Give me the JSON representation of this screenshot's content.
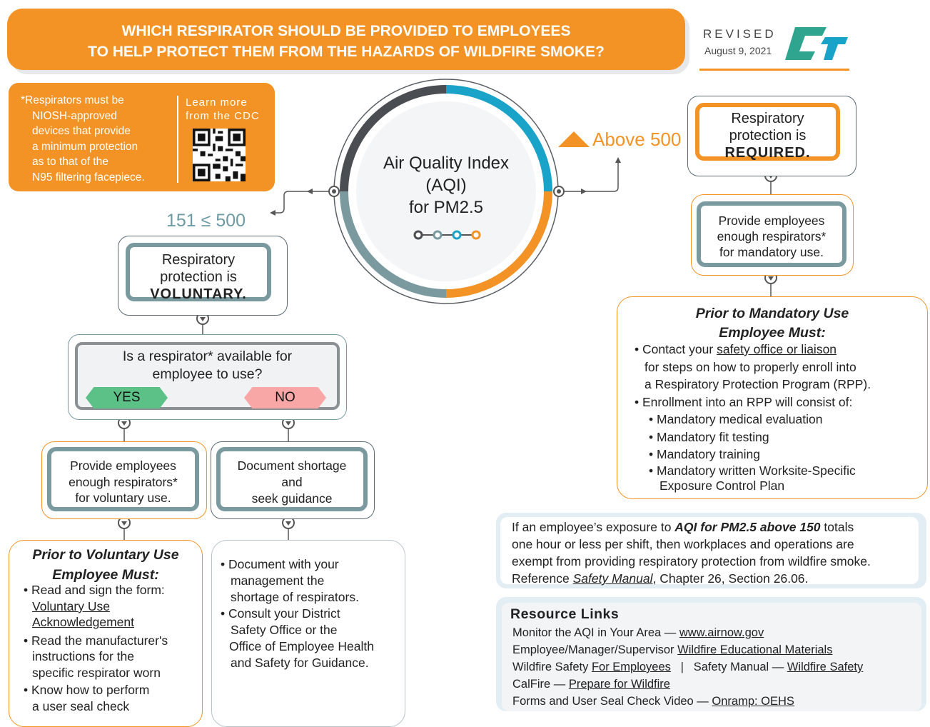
{
  "banner": {
    "line1": "WHICH RESPIRATOR SHOULD BE PROVIDED TO EMPLOYEES",
    "line2": "TO HELP PROTECT THEM FROM THE HAZARDS OF WILDFIRE SMOKE?"
  },
  "revision": {
    "label": "REVISED",
    "date": "August 9, 2021"
  },
  "note": {
    "lines": [
      "*Respirators must be",
      "NIOSH-approved",
      "devices that provide",
      "a minimum protection",
      "as to that of the",
      "N95 filtering facepiece."
    ],
    "learn_line1": "Learn more",
    "learn_line2": "from the CDC"
  },
  "aqi": {
    "line1": "Air Quality Index",
    "line2": "(AQI)",
    "line3": "for PM2.5"
  },
  "thresholds": {
    "above": "Above 500",
    "range": "151 ≤ 500"
  },
  "required_box": {
    "line1": "Respiratory",
    "line2": "protection is",
    "line3": "REQUIRED."
  },
  "mandatory_box": {
    "line1": "Provide employees",
    "line2": "enough respirators*",
    "line3": "for mandatory use."
  },
  "mandatory_prior": {
    "title1": "Prior to Mandatory Use",
    "title2": "Employee Must:",
    "b1_pre": "• Contact your ",
    "b1_link": "safety office or liaison",
    "b1_l2": "for steps on how to properly enroll into",
    "b1_l3": "a Respiratory Protection Program (RPP).",
    "b2": "• Enrollment into an RPP will consist of:",
    "sub1": "• Mandatory medical evaluation",
    "sub2": "• Mandatory fit testing",
    "sub3": "• Mandatory training",
    "sub4": "• Mandatory written Worksite-Specific",
    "sub4b": "Exposure Control Plan"
  },
  "voluntary_box": {
    "line1": "Respiratory",
    "line2": "protection is",
    "line3": "VOLUNTARY."
  },
  "question": {
    "line1": "Is a respirator* available for",
    "line2": "employee to use?",
    "yes": "YES",
    "no": "NO"
  },
  "voluntary_provide": {
    "line1": "Provide employees",
    "line2": "enough respirators*",
    "line3": "for voluntary use."
  },
  "shortage_box": {
    "line1": "Document shortage",
    "line2": "and",
    "line3": "seek guidance"
  },
  "voluntary_prior": {
    "title1": "Prior to Voluntary Use",
    "title2": "Employee Must:",
    "b1": "• Read and sign the form:",
    "b1_link1": "Voluntary Use",
    "b1_link2": "Acknowledgement",
    "b2": "• Read the manufacturer's",
    "b2_l2": "instructions for the",
    "b2_l3": "specific respirator worn",
    "b3": "• Know how to perform",
    "b3_l2": "a user seal check"
  },
  "shortage_steps": {
    "b1": "• Document with your",
    "b1_l2": "management the",
    "b1_l3": "shortage of respirators.",
    "b2": "• Consult your District",
    "b2_l2": "Safety Office or the",
    "b2_l3": "Office of Employee Health",
    "b2_l4": "and Safety for Guidance."
  },
  "exempt": {
    "pre": "If an employee’s exposure to ",
    "bold": "AQI for PM2.5 above 150",
    "post": " totals",
    "l2": "one hour or less per shift, then workplaces and operations are",
    "l3": "exempt from providing respiratory protection from wildfire smoke.",
    "l4_pre": "Reference ",
    "l4_link": "Safety Manual",
    "l4_post": ", Chapter 26, Section 26.06."
  },
  "resources": {
    "title": "Resource Links",
    "r1_pre": "Monitor the AQI in Your Area — ",
    "r1_link": "www.airnow.gov",
    "r2_pre": "Employee/Manager/Supervisor ",
    "r2_link": "Wildfire Educational Materials",
    "r3_pre": "Wildfire Safety ",
    "r3_link": "For Employees",
    "r3_mid": "   |   Safety Manual — ",
    "r3_link2": "Wildfire Safety",
    "r4_pre": "CalFire — ",
    "r4_link": "Prepare for Wildfire",
    "r5_pre": "Forms and User Seal Check Video — ",
    "r5_link": "Onramp: OEHS"
  },
  "colors": {
    "orange": "#f39325",
    "teal": "#7a9aa0",
    "blue": "#1aa3c9",
    "dark": "#4a4e52",
    "yes_green": "#5cc187",
    "no_pink": "#f8a6a6"
  },
  "icons": [
    "qr-code-icon",
    "caltrans-logo-icon",
    "triangle-up-icon",
    "chevron-down-icon"
  ]
}
